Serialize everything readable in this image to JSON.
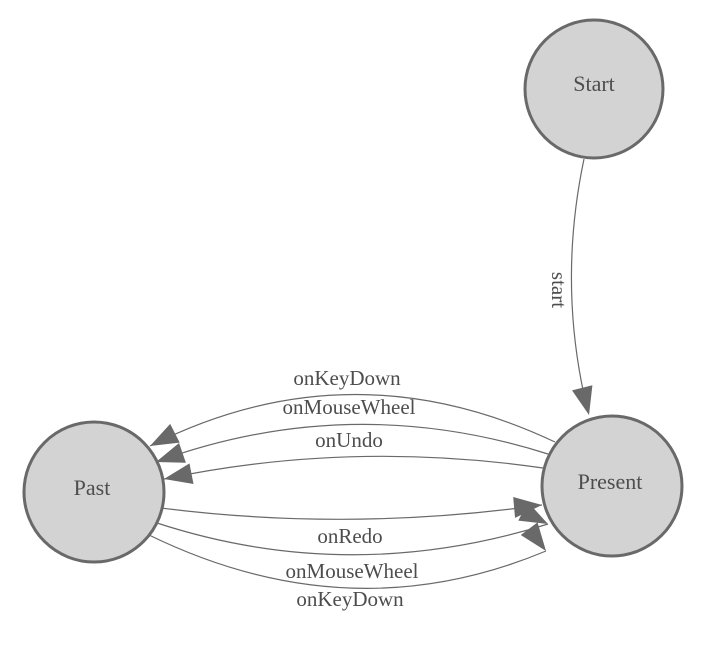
{
  "diagram": {
    "type": "state-machine",
    "background_color": "#ffffff",
    "node_fill_color": "#d3d3d3",
    "node_stroke_color": "#696969",
    "edge_color": "#696969",
    "text_color": "#4d4d4d",
    "nodes": [
      {
        "id": "start",
        "label": "Start"
      },
      {
        "id": "present",
        "label": "Present"
      },
      {
        "id": "past",
        "label": "Past"
      }
    ],
    "edges": [
      {
        "from": "Start",
        "to": "Present",
        "label": "start"
      },
      {
        "from": "Present",
        "to": "Past",
        "label": "onKeyDown"
      },
      {
        "from": "Present",
        "to": "Past",
        "label": "onMouseWheel"
      },
      {
        "from": "Present",
        "to": "Past",
        "label": "onUndo"
      },
      {
        "from": "Past",
        "to": "Present",
        "label": "onRedo"
      },
      {
        "from": "Past",
        "to": "Present",
        "label": "onMouseWheel"
      },
      {
        "from": "Past",
        "to": "Present",
        "label": "onKeyDown"
      }
    ]
  }
}
